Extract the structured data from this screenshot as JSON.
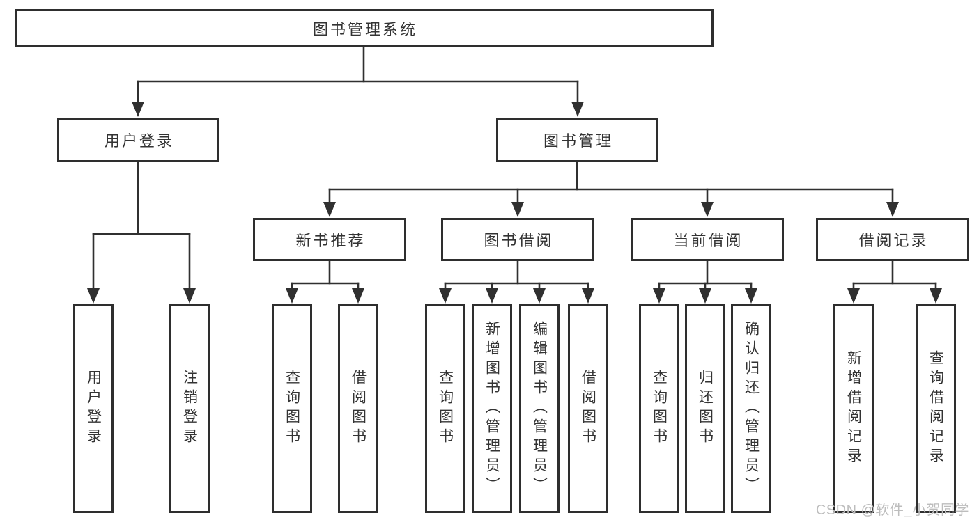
{
  "nodes": {
    "root": {
      "label": "图书管理系统"
    },
    "level2": [
      {
        "label": "用户登录"
      },
      {
        "label": "图书管理"
      }
    ],
    "level3": [
      {
        "label": "新书推荐"
      },
      {
        "label": "图书借阅"
      },
      {
        "label": "当前借阅"
      },
      {
        "label": "借阅记录"
      }
    ],
    "leaves": {
      "user_login": [
        "用户登录",
        "注销登录"
      ],
      "new_book": [
        "查询图书",
        "借阅图书"
      ],
      "book_borrow": [
        "查询图书",
        "新增图书（管理员）",
        "编辑图书（管理员）",
        "借阅图书"
      ],
      "current_borrow": [
        "查询图书",
        "归还图书",
        "确认归还（管理员）"
      ],
      "borrow_records": [
        "新增借阅记录",
        "查询借阅记录"
      ]
    }
  },
  "watermark": "CSDN @软件_小贺同学",
  "colors": {
    "line": "#303030",
    "text": "#333333",
    "watermark": "#bdbdbd",
    "background": "#ffffff"
  }
}
